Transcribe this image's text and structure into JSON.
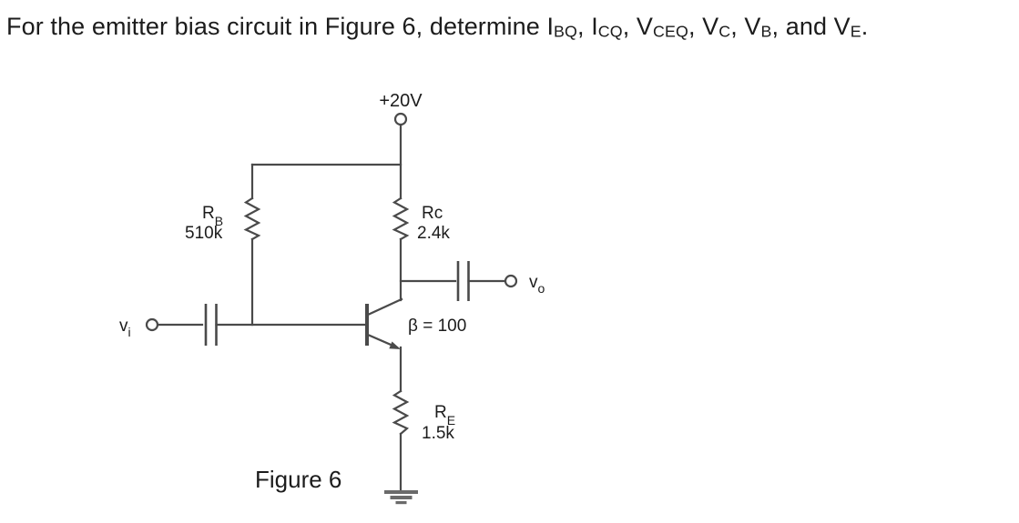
{
  "title": {
    "prefix": "For the emitter bias circuit in Figure 6, determine ",
    "terms": [
      {
        "base": "I",
        "sub": "BQ",
        "trail": ", "
      },
      {
        "base": "I",
        "sub": "CQ",
        "trail": ", "
      },
      {
        "base": "V",
        "sub": "CEQ",
        "trail": ", "
      },
      {
        "base": "V",
        "sub": "C",
        "trail": ", "
      },
      {
        "base": "V",
        "sub": "B",
        "trail": ", and "
      },
      {
        "base": "V",
        "sub": "E",
        "trail": "."
      }
    ]
  },
  "figure": {
    "caption": "Figure 6",
    "supply_label": "+20V",
    "beta_label": "β = 100",
    "input_label": {
      "base": "v",
      "sub": "i"
    },
    "output_label": {
      "base": "v",
      "sub": "o"
    },
    "resistor_rb": {
      "name": "R",
      "sub": "B",
      "value": "510k"
    },
    "resistor_rc": {
      "name": "Rc",
      "sub": "",
      "value": "2.4k"
    },
    "resistor_re": {
      "name": "R",
      "sub": "E",
      "value": "1.5k"
    }
  },
  "colors": {
    "background": "#ffffff",
    "wire": "#4a4a4a",
    "label_text": "#1c1c1c",
    "ground_fill": "#6a6a6a"
  }
}
